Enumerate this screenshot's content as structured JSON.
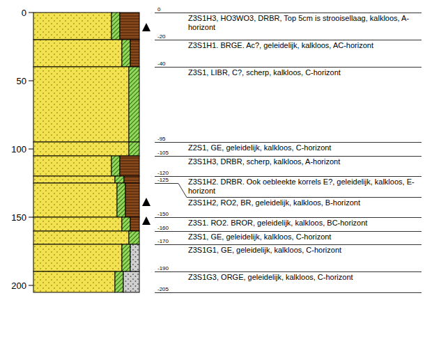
{
  "diagram": {
    "labels": [
      "0",
      "50",
      "100",
      "150",
      "200",
      "0",
      "Z3S1H3, HO3WO3, DRBR, Top 5cm is strooisellaag, kalkloos, A-horizont",
      "-20",
      "Z3S1H1. BRGE. Ac?, geleidelijk, kalkloos, AC-horizont",
      "-40",
      "Z3S1, LIBR, C?, scherp, kalkloos, C-horizont",
      "-95",
      "Z2S1, GE, geleidelijk, kalkloos, C-horizont",
      "-105",
      "Z3S1H3, DRBR, scherp, kalkloos, A-horizont",
      "-120",
      "Z3S1H2. DRBR. Ook oebleekte korrels E?, geleidelijk, kalkloos, E-horizont",
      "-125",
      "Z3S1H2, RO2, BR, geleidelijk, kalkloos, B-horizont",
      "-150",
      "Z3S1. RO2. BROR, geleidelijk, kalkloos, BC-horizont",
      "-160",
      "Z3S1, GE, geleidelijk, kalkloos, C-horizont",
      "-170",
      "Z3S1G1, GE, geleidelijk, kalkloos, C-horizont",
      "-190",
      "Z3S1G3, ORGE, geleidelijk, kalkloos, C-horizont",
      "-205"
    ]
  }
}
